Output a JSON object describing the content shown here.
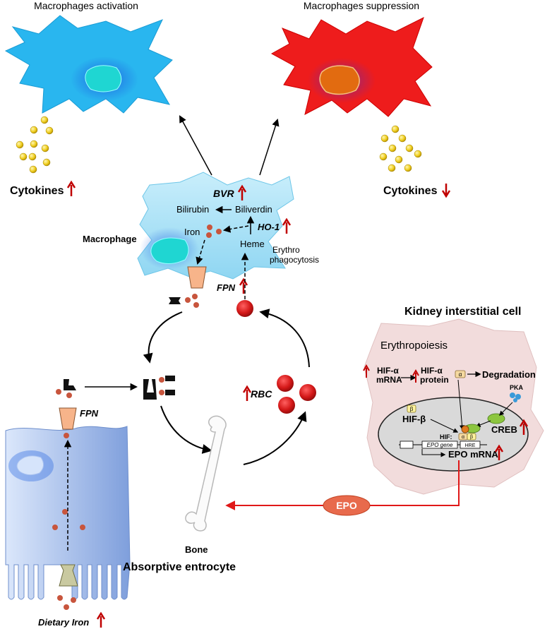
{
  "titles": {
    "activation": "Macrophages activation",
    "suppression": "Macrophages suppression"
  },
  "labels": {
    "cytokines_left": "Cytokines",
    "cytokines_right": "Cytokines",
    "bvr": "BVR",
    "bilirubin": "Bilirubin",
    "biliverdin": "Biliverdin",
    "iron": "Iron",
    "ho1": "HO-1",
    "macrophage": "Macrophage",
    "heme": "Heme",
    "erythro1": "Erythro",
    "erythro2": "phagocytosis",
    "fpn_macrophage": "FPN",
    "fpn_entrocyte": "FPN",
    "rbc": "RBC",
    "bone": "Bone",
    "absorptive_entrocyte": "Absorptive entrocyte",
    "dietary_iron": "Dietary Iron",
    "kidney_title": "Kidney interstitial cell",
    "erythropoiesis": "Erythropoiesis",
    "hif_a_mrna_1": "HIF-α",
    "hif_a_mrna_2": "mRNA",
    "hif_a_protein_1": "HIF-α",
    "hif_a_protein_2": "protein",
    "degradation": "Degradation",
    "pka": "PKA",
    "hif_b": "HIF-β",
    "creb": "CREB",
    "hif": "HIF:",
    "epo_gene": "EPO gene",
    "hre": "HRE",
    "epo_mrna": "EPO mRNA",
    "epo": "EPO",
    "alpha": "α",
    "beta": "β"
  },
  "colors": {
    "activated_macrophage": "#29b6ef",
    "suppressed_macrophage": "#ee1c1c",
    "central_macrophage": "#a9e1f5",
    "nucleus_cyan": "#1fd6d2",
    "nucleus_orange": "#e26b10",
    "iron_dot": "#c8553d",
    "rbc": "#d41818",
    "up_arrow": "#c00000",
    "kidney_bg": "#f2dcdc",
    "epo_path": "#e01818",
    "epo_ellipse": "#e86a4c",
    "entrocyte": "#9fb8e8",
    "cytokine": "#f0d020"
  }
}
